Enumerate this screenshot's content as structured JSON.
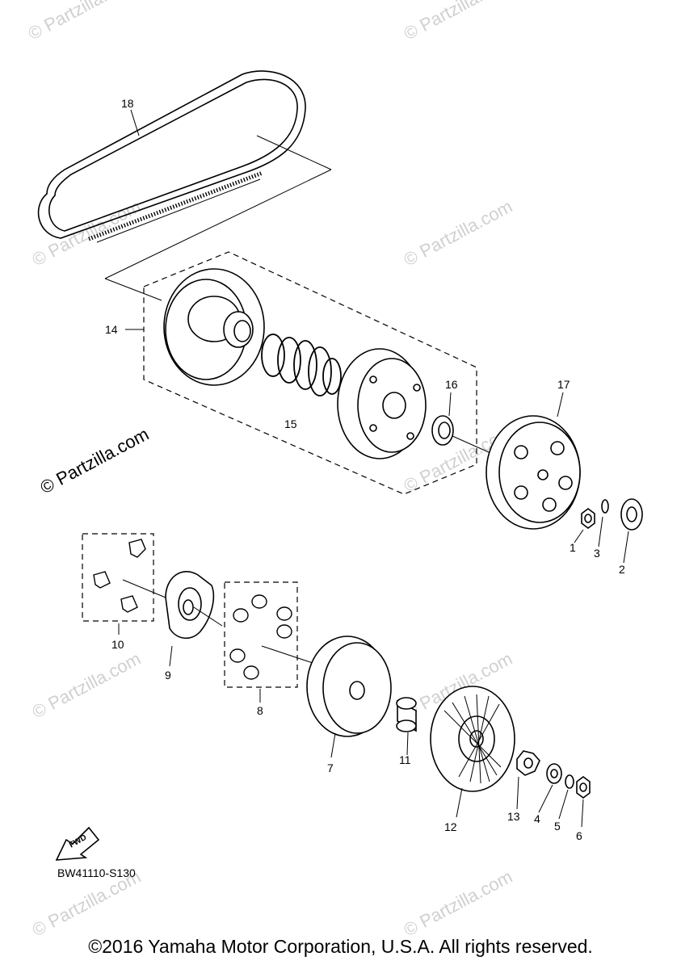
{
  "watermarks": {
    "faint": "© Partzilla.com",
    "prominent": "© Partzilla.com"
  },
  "callouts": [
    "18",
    "14",
    "15",
    "16",
    "17",
    "1",
    "3",
    "2",
    "10",
    "9",
    "8",
    "7",
    "11",
    "12",
    "13",
    "4",
    "5",
    "6"
  ],
  "fwd_label": "FWD",
  "diagram_code": "BW41110-S130",
  "copyright": "©2016 Yamaha Motor Corporation, U.S.A. All rights reserved."
}
